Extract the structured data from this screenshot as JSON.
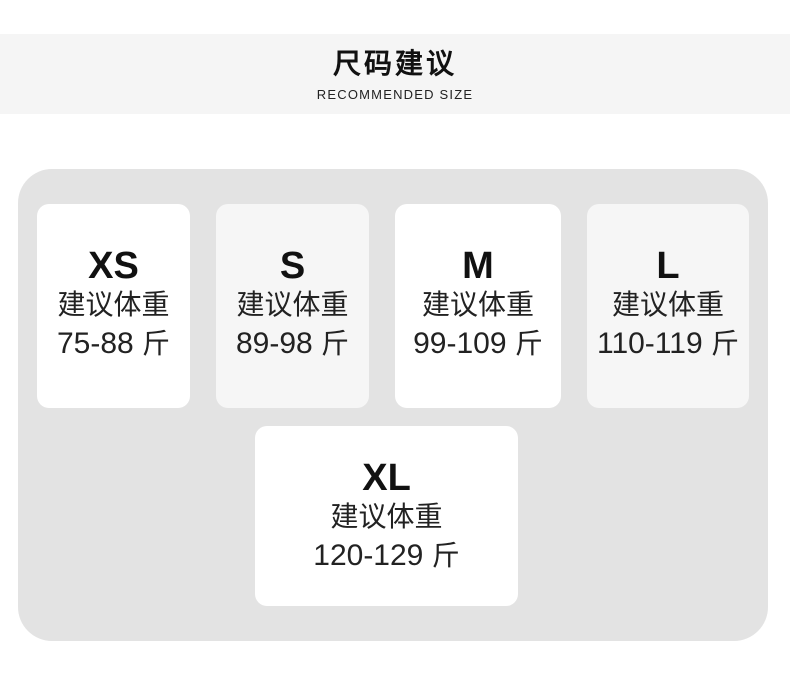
{
  "header": {
    "title": "尺码建议",
    "subtitle": "RECOMMENDED SIZE"
  },
  "sizes": [
    {
      "size": "XS",
      "label": "建议体重",
      "range": "75-88",
      "unit": "斤"
    },
    {
      "size": "S",
      "label": "建议体重",
      "range": "89-98",
      "unit": "斤"
    },
    {
      "size": "M",
      "label": "建议体重",
      "range": "99-109",
      "unit": "斤"
    },
    {
      "size": "L",
      "label": "建议体重",
      "range": "110-119",
      "unit": "斤"
    },
    {
      "size": "XL",
      "label": "建议体重",
      "range": "120-129",
      "unit": "斤"
    }
  ],
  "colors": {
    "panel": "#e3e3e3",
    "card": "#ffffff",
    "header_band": "#f5f5f5",
    "text": "#111111"
  }
}
